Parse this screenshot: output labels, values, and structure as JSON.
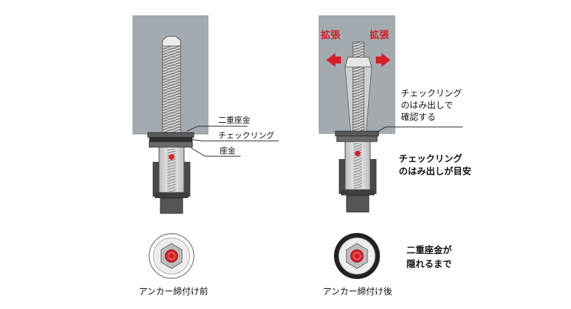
{
  "colors": {
    "concrete": "#a3aab0",
    "steel_dark": "#3e3e40",
    "steel_light": "#d8d8d8",
    "thread": "#8c8c8c",
    "red": "#d3202a",
    "line": "#222222"
  },
  "left_panel": {
    "labels": {
      "double_washer": "二重座金",
      "check_ring": "チェックリング",
      "washer": "座金"
    },
    "caption": "アンカー締付け前"
  },
  "right_panel": {
    "expand_left": "拡張",
    "expand_right": "拡張",
    "check_note": [
      "チェックリング",
      "のはみ出しで",
      "確認する"
    ],
    "guide_note": [
      "チェックリング",
      "のはみ出しが目安"
    ],
    "hidden_note": [
      "二重座金が",
      "隠れるまで"
    ],
    "caption": "アンカー締付け後"
  }
}
